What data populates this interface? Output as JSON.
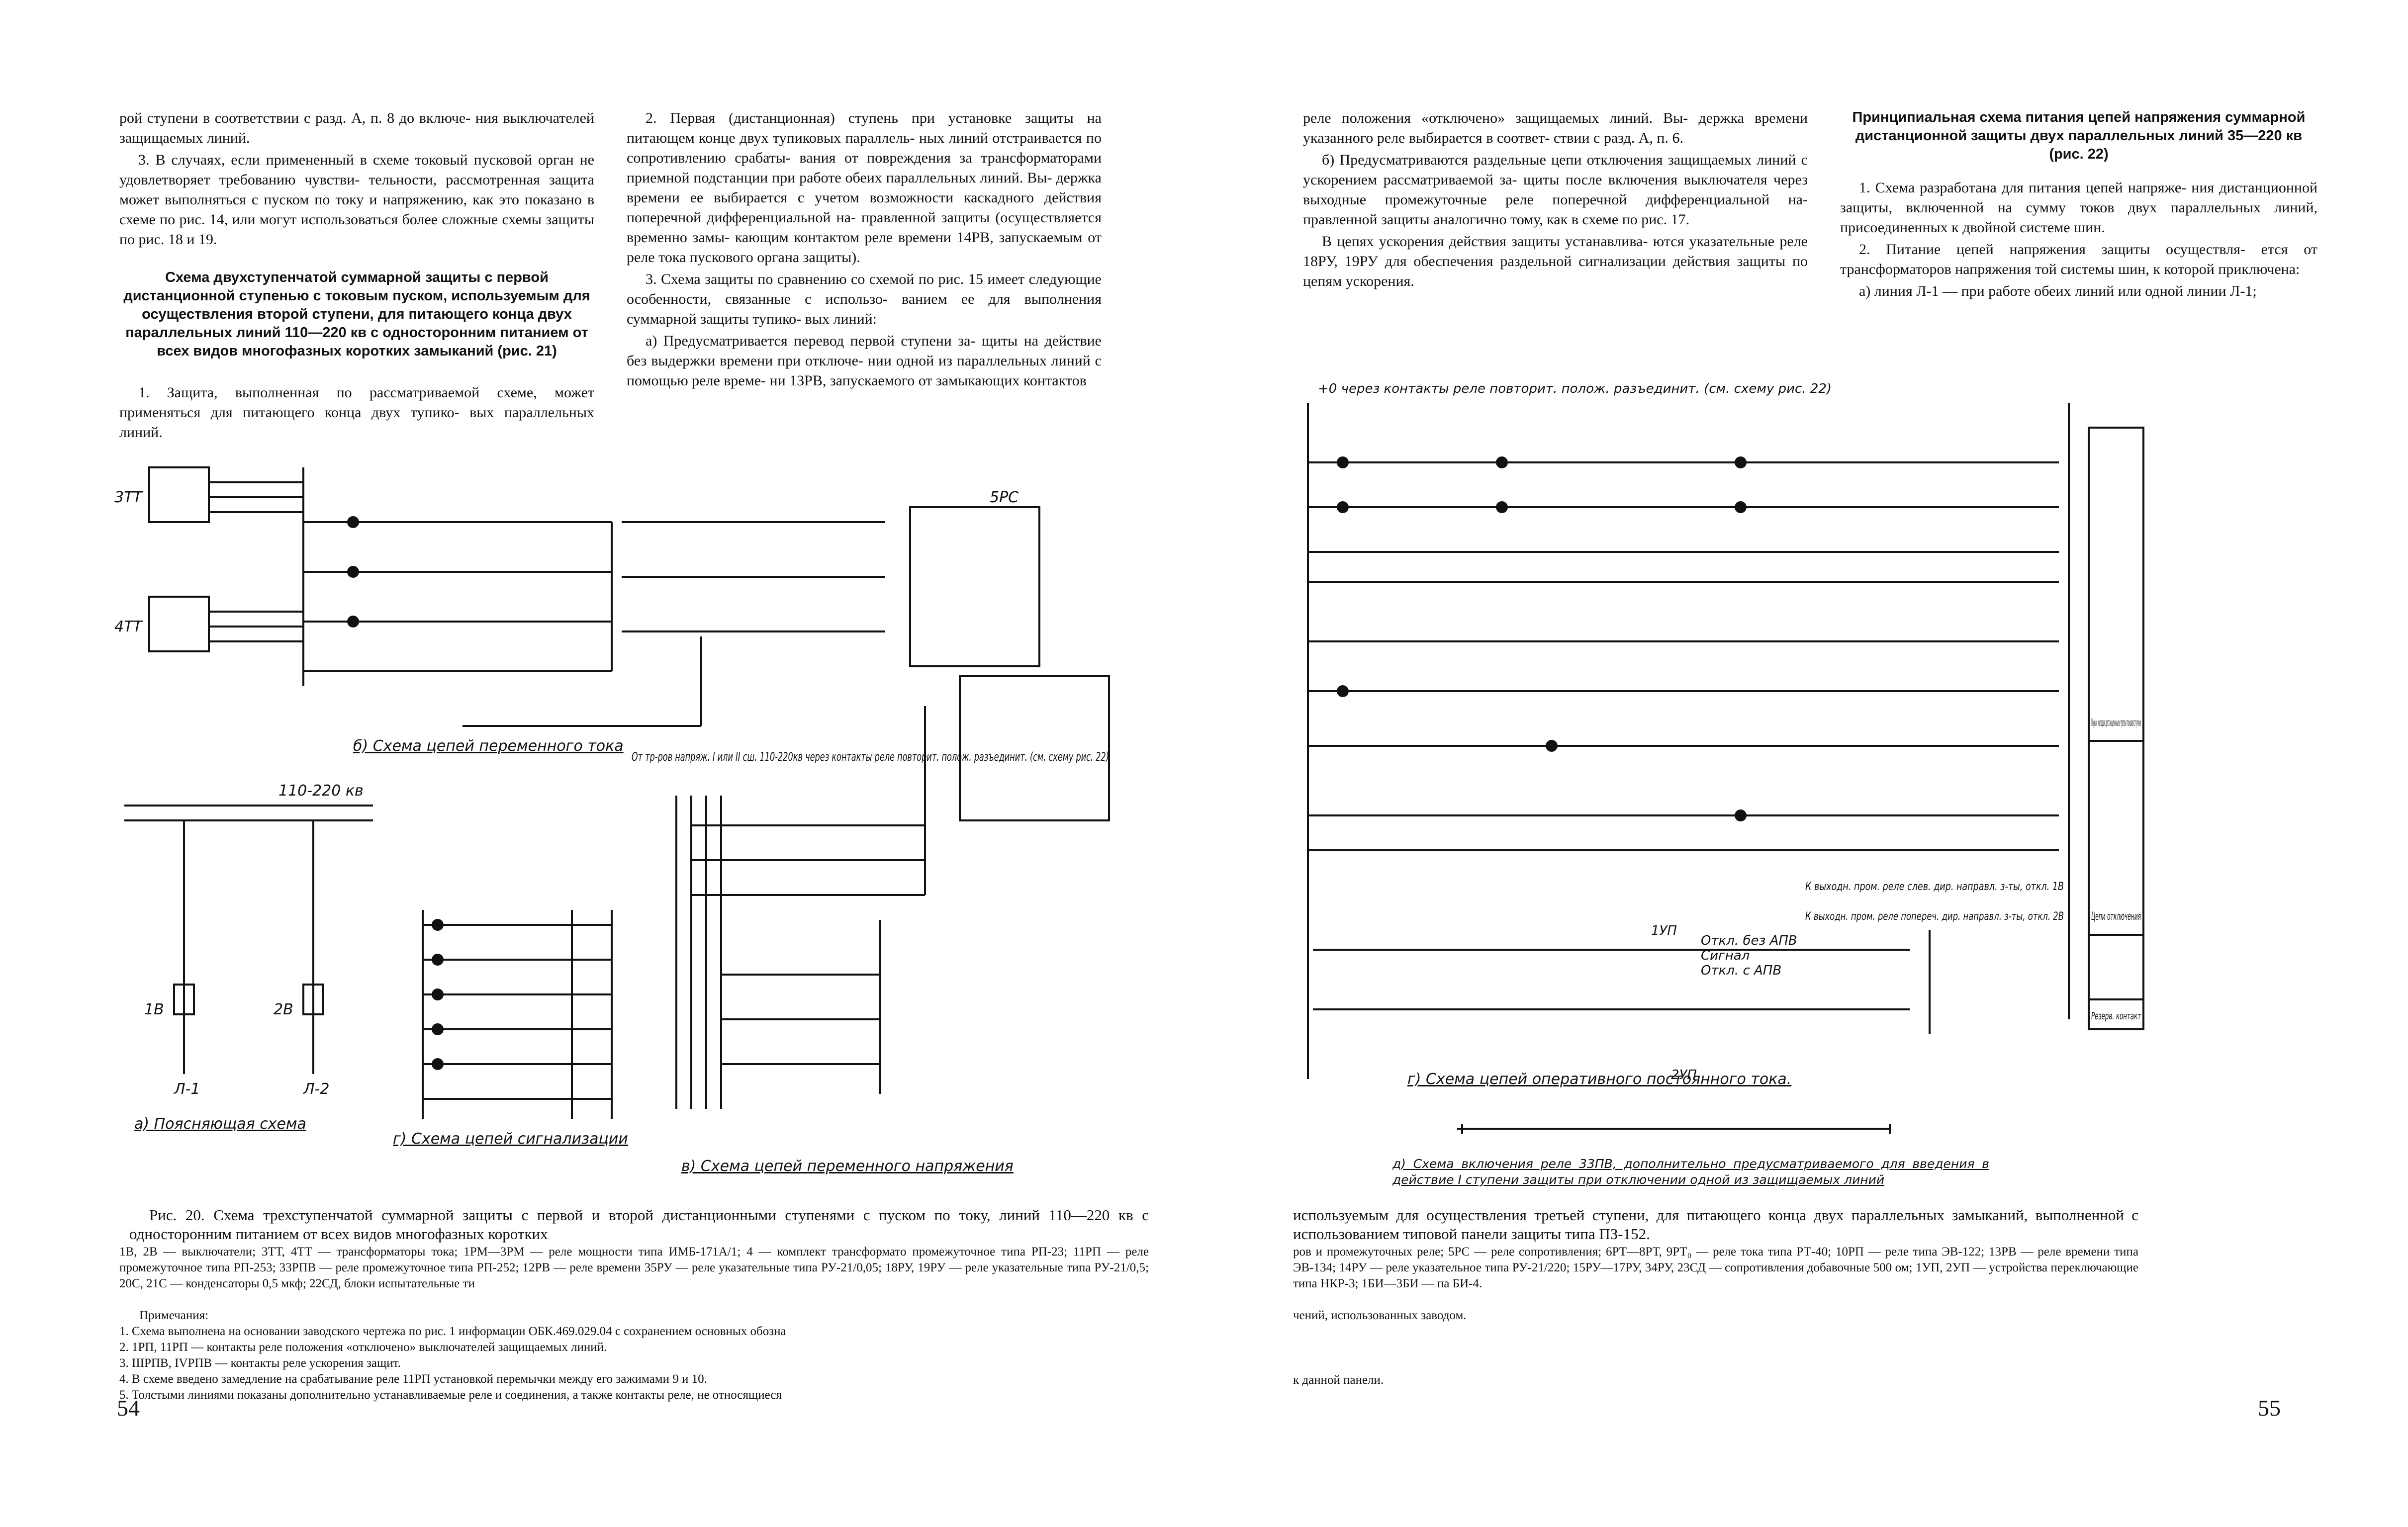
{
  "left_page": {
    "col1": {
      "paragraphs": [
        "рой ступени в соответствии с разд. А, п. 8 до включе- ния выключателей защищаемых линий.",
        "3. В случаях, если примененный в схеме токовый пусковой орган не удовлетворяет требованию чувстви- тельности, рассмотренная защита может выполняться с пуском по току и напряжению, как это показано в схеме по рис. 14, или могут использоваться более сложные схемы защиты по рис. 18 и 19."
      ],
      "heading": "Схема двухступенчатой суммарной защиты с первой дистанционной ступенью с токовым пуском, используемым для осуществления второй ступени, для питающего конца двух параллельных линий 110—220 кв с односторонним питанием от всех видов многофазных коротких замыканий (рис. 21)",
      "paragraph_after": "1. Защита, выполненная по рассматриваемой схеме, может применяться для питающего конца двух тупико- вых параллельных линий."
    },
    "col2": {
      "paragraphs": [
        "2. Первая (дистанционная) ступень при установке защиты на питающем конце двух тупиковых параллель- ных линий отстраивается по сопротивлению срабаты- вания от повреждения за трансформаторами приемной подстанции при работе обеих параллельных линий. Вы- держка времени ее выбирается с учетом возможности каскадного действия поперечной дифференциальной на- правленной защиты (осуществляется временно замы- кающим контактом реле времени 14РВ, запускаемым от реле тока пускового органа защиты).",
        "3. Схема защиты по сравнению со схемой по рис. 15 имеет следующие особенности, связанные с использо- ванием ее для выполнения суммарной защиты тупико- вых линий:",
        "а) Предусматривается перевод первой ступени за- щиты на действие без выдержки времени при отключе- нии одной из параллельных линий с помощью реле време- ни 13РВ, запускаемого от замыкающих контактов"
      ]
    },
    "figure": {
      "labels": {
        "ac_current": "б) Схема цепей переменного тока",
        "explanatory": "а) Поясняющая схема",
        "signaling": "г) Схема цепей сигнализации",
        "ac_voltage": "в) Схема цепей переменного напряжения",
        "busbar": "110-220 кв",
        "vt_note": "От тр-ров напряж. I или II сш. 110-220кв через контакты реле повторит. полож. разъединит. (см. схему рис. 22)",
        "line1": "Л-1",
        "line2": "Л-2",
        "ct3": "3ТТ",
        "ct4": "4ТТ",
        "breaker1": "1В",
        "breaker2": "2В",
        "panel": "5РС"
      }
    },
    "caption": "Рис. 20. Схема трехступенчатой суммарной защиты с первой и второй дистанционными ступенями с пуском по току, линий 110—220 кв с односторонним питанием от всех видов многофазных коротких",
    "legend": "1В, 2В — выключатели; 3ТТ, 4ТТ — трансформаторы тока; 1РМ—3РМ — реле мощности типа ИМБ-171А/1; 4 — комплект трансформато промежуточное типа РП-23; 11РП — реле промежуточное типа РП-253; 33РПВ — реле промежуточное типа РП-252; 12РВ — реле времени 35РУ — реле указательные типа РУ-21/0,05; 18РУ, 19РУ — реле указательные типа РУ-21/0,5; 20С, 21С — конденсаторы 0,5 мкф; 22СД, блоки испытательные ти",
    "notes_title": "Примечания:",
    "notes": [
      "1. Схема выполнена на основании заводского чертежа по рис. 1 информации ОБК.469.029.04 с сохранением основных обозна",
      "2. 1РП, 11РП — контакты реле положения «отключено» выключателей защищаемых линий.",
      "3. IIIРПВ, IVРПВ — контакты реле ускорения защит.",
      "4. В схеме введено замедление на срабатывание реле 11РП установкой перемычки между его зажимами 9 и 10.",
      "5. Толстыми линиями показаны дополнительно устанавливаемые реле и соединения, а также контакты реле, не относящиеся"
    ],
    "page_number": "54"
  },
  "right_page": {
    "col3": {
      "paragraphs": [
        "реле положения «отключено» защищаемых линий. Вы- держка времени указанного реле выбирается в соответ- ствии с разд. А, п. 6.",
        "б) Предусматриваются раздельные цепи отключения защищаемых линий с ускорением рассматриваемой за- щиты после включения выключателя через выходные промежуточные реле поперечной дифференциальной на- правленной защиты аналогично тому, как в схеме по рис. 17.",
        "В цепях ускорения действия защиты устанавлива- ются указательные реле 18РУ, 19РУ для обеспечения раздельной сигнализации действия защиты по цепям ускорения."
      ]
    },
    "col4": {
      "heading": "Принципиальная схема питания цепей напряжения суммарной дистанционной защиты двух параллельных линий 35—220 кв (рис. 22)",
      "paragraphs": [
        "1. Схема разработана для питания цепей напряже- ния дистанционной защиты, включенной на сумму токов двух параллельных линий, присоединенных к двойной системе шин.",
        "2. Питание цепей напряжения защиты осуществля- ется от трансформаторов напряжения той системы шин, к которой приключена:",
        "а) линия Л-1 — при работе обеих линий или одной линии Л-1;"
      ]
    },
    "figure": {
      "top_note": "+0 через контакты реле повторит. полож. разъединит. (см. схему рис. 22)",
      "dc_label": "г) Схема цепей оперативного постоянного тока.",
      "side_label_1": "Первая и вторая дистанционные и третья токовая ступени",
      "side_label_2": "Цепи отключения",
      "side_label_3": "Резерв. контакт",
      "out_1": "К выходн. пром. реле слев. дир. направл. з-ты, откл. 1В",
      "out_2": "К выходн. пром. реле попереч. дир. направл. з-ты, откл. 2В",
      "trip_1": "Откл. без АПВ",
      "trip_2": "Сигнал",
      "trip_3": "Откл. с АПВ",
      "switch_1": "1УП",
      "switch_2": "2УП",
      "sub_caption": "д) Схема включения реле 33ПВ, дополнительно предусматриваемого для введения в действие I ступени защиты при отключении одной из защищаемых линий"
    },
    "bottom_text": "используемым для осуществления третьей ступени, для питающего конца двух параллельных замыканий, выполненной с использованием типовой панели защиты типа ПЗ-152.",
    "legend": "ров и промежуточных реле; 5РС — реле сопротивления; 6РТ—8РТ, 9РТ₀ — реле тока типа РТ-40; 10РП — реле типа ЭВ-122; 13РВ — реле времени типа ЭВ-134; 14РУ — реле указательное типа РУ-21/220; 15РУ—17РУ, 34РУ, 23СД — сопротивления добавочные 500 ом; 1УП, 2УП — устройства переключающие типа НКР-3; 1БИ—3БИ — па БИ-4.",
    "notes_tail_1": "чений, использованных заводом.",
    "notes_tail_2": "к данной панели.",
    "page_number": "55"
  }
}
